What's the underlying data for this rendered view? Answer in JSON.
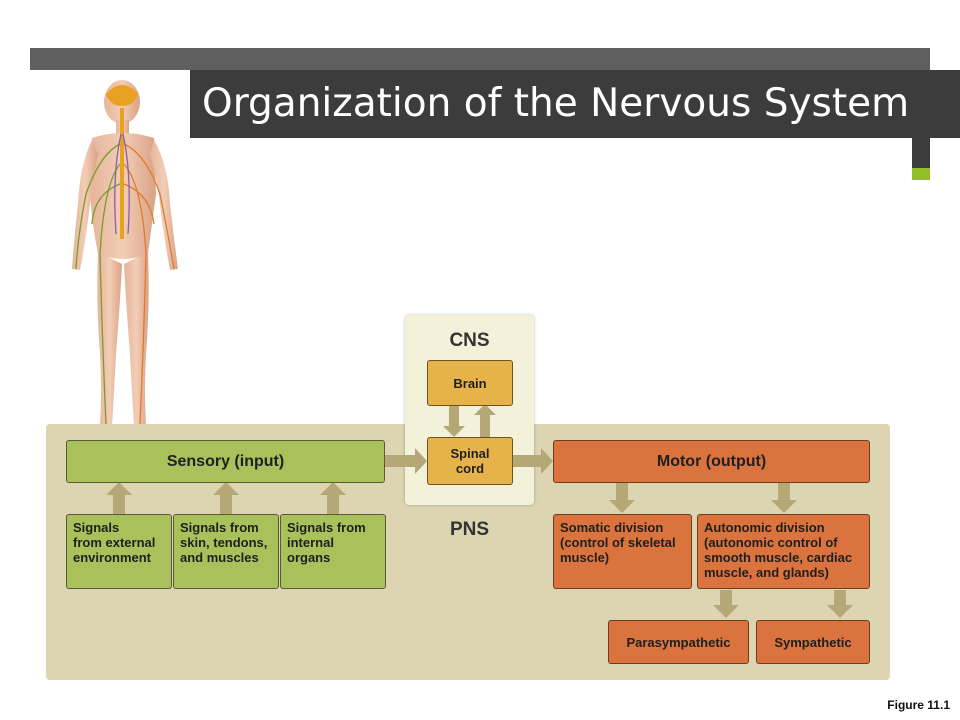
{
  "slide": {
    "title": "Organization of the Nervous System",
    "figure_label": "Figure 11.1"
  },
  "diagram": {
    "cns_heading": "CNS",
    "pns_heading": "PNS",
    "brain": "Brain",
    "spinal_cord": [
      "Spinal",
      "cord"
    ],
    "sensory": "Sensory (input)",
    "motor": "Motor (output)",
    "signals": [
      [
        "Signals",
        "from external",
        "environment"
      ],
      [
        "Signals from",
        "skin, tendons,",
        "and muscles"
      ],
      [
        "Signals from",
        "internal",
        "organs"
      ]
    ],
    "somatic": [
      "Somatic division",
      "(control of skeletal",
      "muscle)"
    ],
    "autonomic": [
      "Autonomic division",
      "(autonomic control of",
      "smooth muscle, cardiac",
      "muscle, and glands)"
    ],
    "parasympathetic": "Parasympathetic",
    "sympathetic": "Sympathetic"
  },
  "colors": {
    "title_bar": "#3c3c3c",
    "accent": "#8fbf24",
    "pns_panel": "#ddd5b1",
    "cns_panel": "#f3f1d9",
    "sensory_green": "#a9c15a",
    "motor_orange": "#da733d",
    "cns_gold": "#e6b34a",
    "arrow": "#b5a877"
  },
  "icons": {
    "human_figure": "human-nervous-system-illustration"
  }
}
